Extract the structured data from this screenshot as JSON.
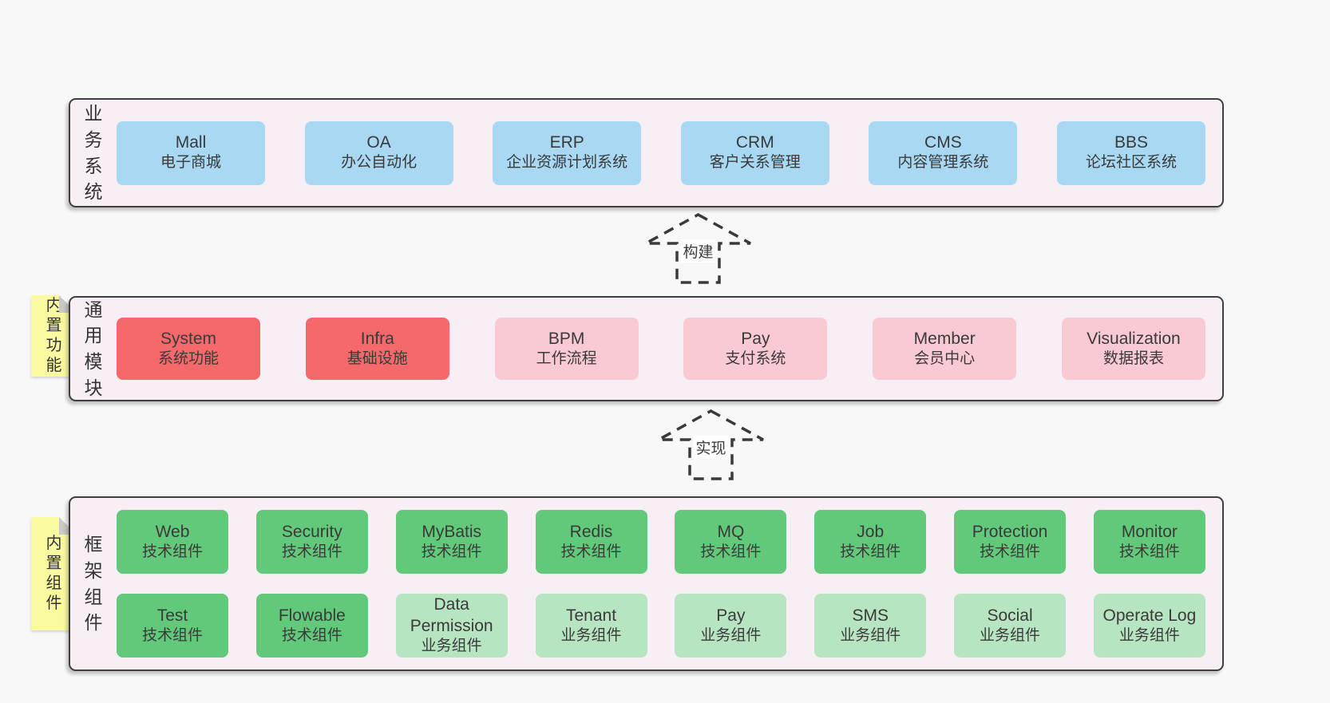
{
  "colors": {
    "page_bg": "#f8f8f8",
    "band_bg": "#f8eef6",
    "band_border": "#3f3f3f",
    "business_box_blue": "#a8d8f2",
    "core_module_red": "#f5696a",
    "optional_module_pink": "#f9cad3",
    "tech_component_green": "#61c979",
    "biz_component_green": "#b8e5c1",
    "sticky_note_yellow": "#fafaa0"
  },
  "arrows": [
    {
      "label": "构建"
    },
    {
      "label": "实现"
    }
  ],
  "bands": {
    "business": {
      "label": "业务系统",
      "boxes": [
        {
          "name": "Mall",
          "desc": "电子商城"
        },
        {
          "name": "OA",
          "desc": "办公自动化"
        },
        {
          "name": "ERP",
          "desc": "企业资源计划系统"
        },
        {
          "name": "CRM",
          "desc": "客户关系管理"
        },
        {
          "name": "CMS",
          "desc": "内容管理系统"
        },
        {
          "name": "BBS",
          "desc": "论坛社区系统"
        }
      ]
    },
    "modules": {
      "label": "通用模块",
      "note": "内置功能",
      "boxes": [
        {
          "name": "System",
          "desc": "系统功能",
          "variant": "red"
        },
        {
          "name": "Infra",
          "desc": "基础设施",
          "variant": "red"
        },
        {
          "name": "BPM",
          "desc": "工作流程",
          "variant": "pink"
        },
        {
          "name": "Pay",
          "desc": "支付系统",
          "variant": "pink"
        },
        {
          "name": "Member",
          "desc": "会员中心",
          "variant": "pink"
        },
        {
          "name": "Visualization",
          "desc": "数据报表",
          "variant": "pink"
        }
      ]
    },
    "framework": {
      "label": "框架组件",
      "note": "内置组件",
      "rows": [
        [
          {
            "name": "Web",
            "desc": "技术组件",
            "variant": "green-dark"
          },
          {
            "name": "Security",
            "desc": "技术组件",
            "variant": "green-dark"
          },
          {
            "name": "MyBatis",
            "desc": "技术组件",
            "variant": "green-dark"
          },
          {
            "name": "Redis",
            "desc": "技术组件",
            "variant": "green-dark"
          },
          {
            "name": "MQ",
            "desc": "技术组件",
            "variant": "green-dark"
          },
          {
            "name": "Job",
            "desc": "技术组件",
            "variant": "green-dark"
          },
          {
            "name": "Protection",
            "desc": "技术组件",
            "variant": "green-dark"
          },
          {
            "name": "Monitor",
            "desc": "技术组件",
            "variant": "green-dark"
          }
        ],
        [
          {
            "name": "Test",
            "desc": "技术组件",
            "variant": "green-dark"
          },
          {
            "name": "Flowable",
            "desc": "技术组件",
            "variant": "green-dark"
          },
          {
            "name": "Data Permission",
            "desc": "业务组件",
            "variant": "green-light"
          },
          {
            "name": "Tenant",
            "desc": "业务组件",
            "variant": "green-light"
          },
          {
            "name": "Pay",
            "desc": "业务组件",
            "variant": "green-light"
          },
          {
            "name": "SMS",
            "desc": "业务组件",
            "variant": "green-light"
          },
          {
            "name": "Social",
            "desc": "业务组件",
            "variant": "green-light"
          },
          {
            "name": "Operate Log",
            "desc": "业务组件",
            "variant": "green-light"
          }
        ]
      ]
    }
  }
}
